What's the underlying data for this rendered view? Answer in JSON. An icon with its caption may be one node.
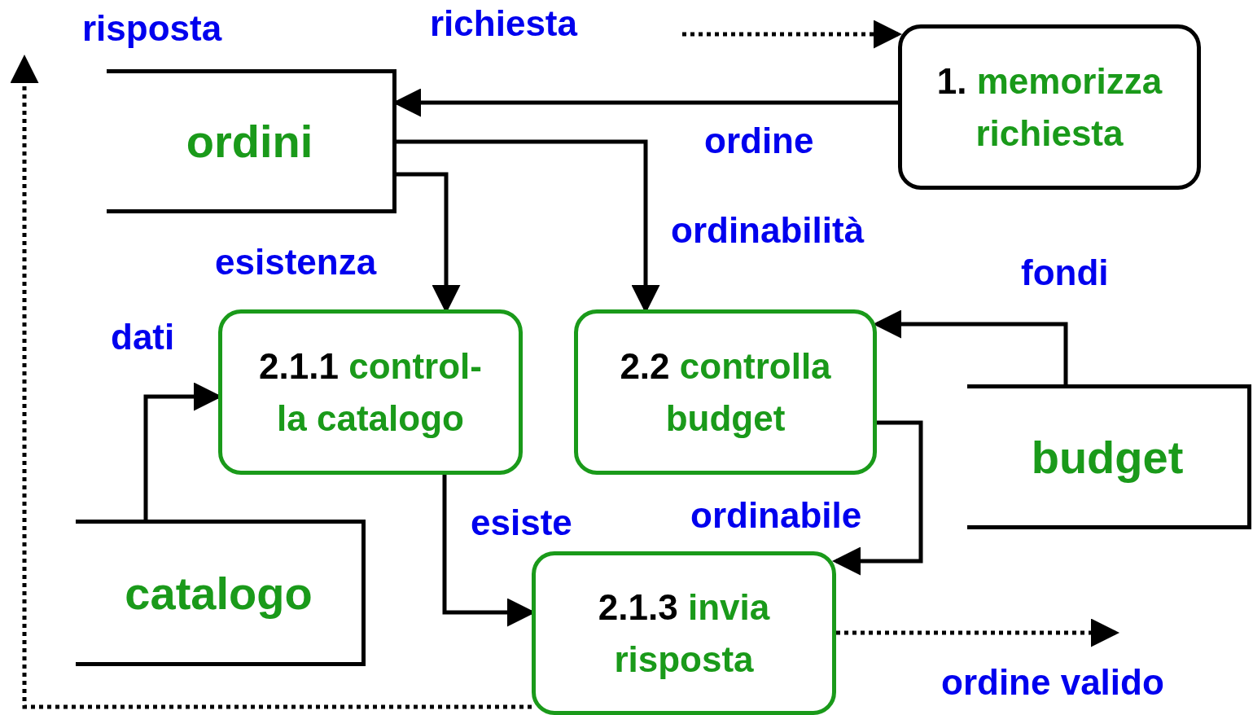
{
  "diagram": {
    "nodes": [
      {
        "text": [
          "ordini"
        ]
      },
      {
        "text": [
          "1.",
          "memorizza richiesta"
        ]
      },
      {
        "text": [
          "2.1.1",
          "control- la catalogo"
        ]
      },
      {
        "text": [
          "2.2",
          "controlla budget"
        ]
      },
      {
        "text": [
          "budget"
        ]
      },
      {
        "text": [
          "catalogo"
        ]
      },
      {
        "text": [
          "2.1.3",
          "invia risposta"
        ]
      }
    ],
    "edges": [
      {
        "from": 1,
        "to": 0,
        "arrow": "to",
        "label": "ordine"
      },
      {
        "from": null,
        "to": 1,
        "arrow": "to",
        "label": "richiesta",
        "style": "dashed"
      },
      {
        "from": 0,
        "to": 2,
        "arrow": "to",
        "label": "esistenza"
      },
      {
        "from": 0,
        "to": 3,
        "arrow": "to",
        "label": "ordinabilità"
      },
      {
        "from": 4,
        "to": 3,
        "arrow": "to",
        "label": "fondi"
      },
      {
        "from": 5,
        "to": 2,
        "arrow": "to",
        "label": "dati"
      },
      {
        "from": 2,
        "to": 6,
        "arrow": "to",
        "label": "esiste"
      },
      {
        "from": 3,
        "to": 6,
        "arrow": "to",
        "label": "ordinabile"
      },
      {
        "from": 6,
        "to": null,
        "arrow": "to",
        "label": "ordine valido",
        "style": "dashed"
      },
      {
        "from": 6,
        "to": null,
        "arrow": "to",
        "label": "risposta",
        "style": "dashed"
      }
    ]
  }
}
